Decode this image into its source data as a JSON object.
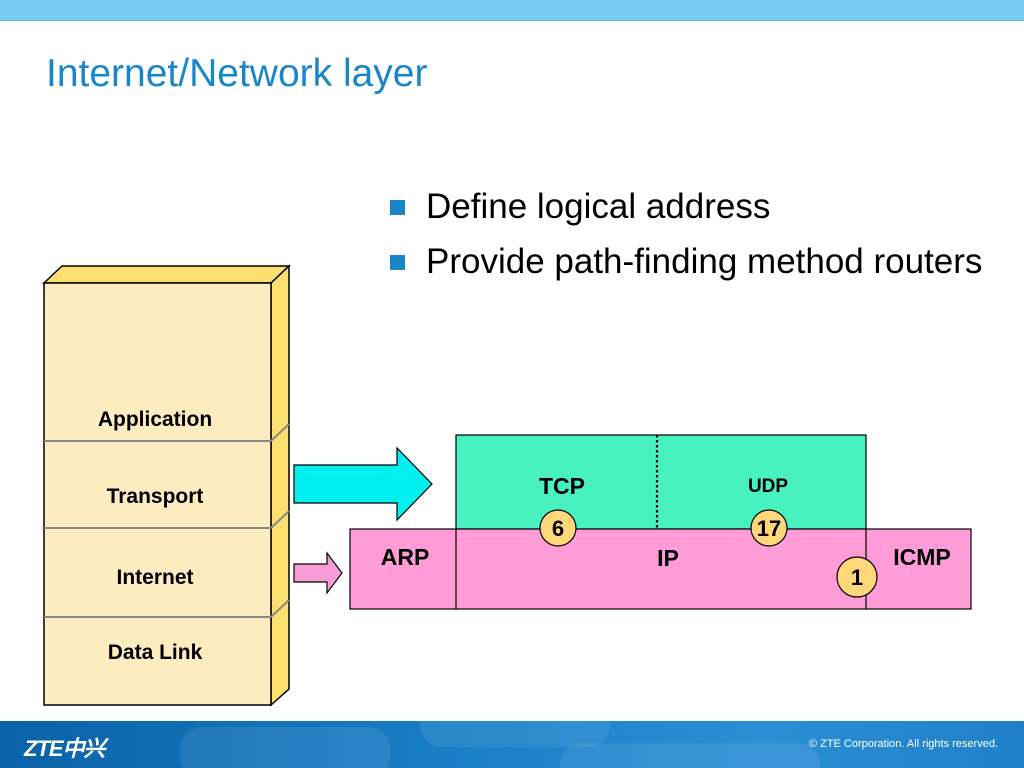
{
  "slide": {
    "title": "Internet/Network layer",
    "bullets": [
      "Define logical address",
      "Provide path-finding method routers"
    ]
  },
  "colors": {
    "title": "#1a86c8",
    "bullet_marker": "#1a86c8",
    "layer_fill": "#fdecc0",
    "layer_side": "#fbdf6f",
    "transport_proto_fill": "#47f2c0",
    "network_proto_fill": "#ff9bd6",
    "big_arrow": "#00f0f0",
    "small_arrow": "#f59bd6",
    "protocol_number_circle": "#fdd77a"
  },
  "layer_stack": {
    "layers": [
      "Application",
      "Transport",
      "Internet",
      "Data Link"
    ]
  },
  "protocol_diagram": {
    "transport": [
      "TCP",
      "UDP"
    ],
    "network": [
      "ARP",
      "IP",
      "ICMP"
    ],
    "protocol_numbers": {
      "tcp": "6",
      "udp": "17",
      "icmp": "1"
    }
  },
  "footer": {
    "logo": "ZTE中兴",
    "copyright": "© ZTE Corporation. All rights reserved."
  }
}
